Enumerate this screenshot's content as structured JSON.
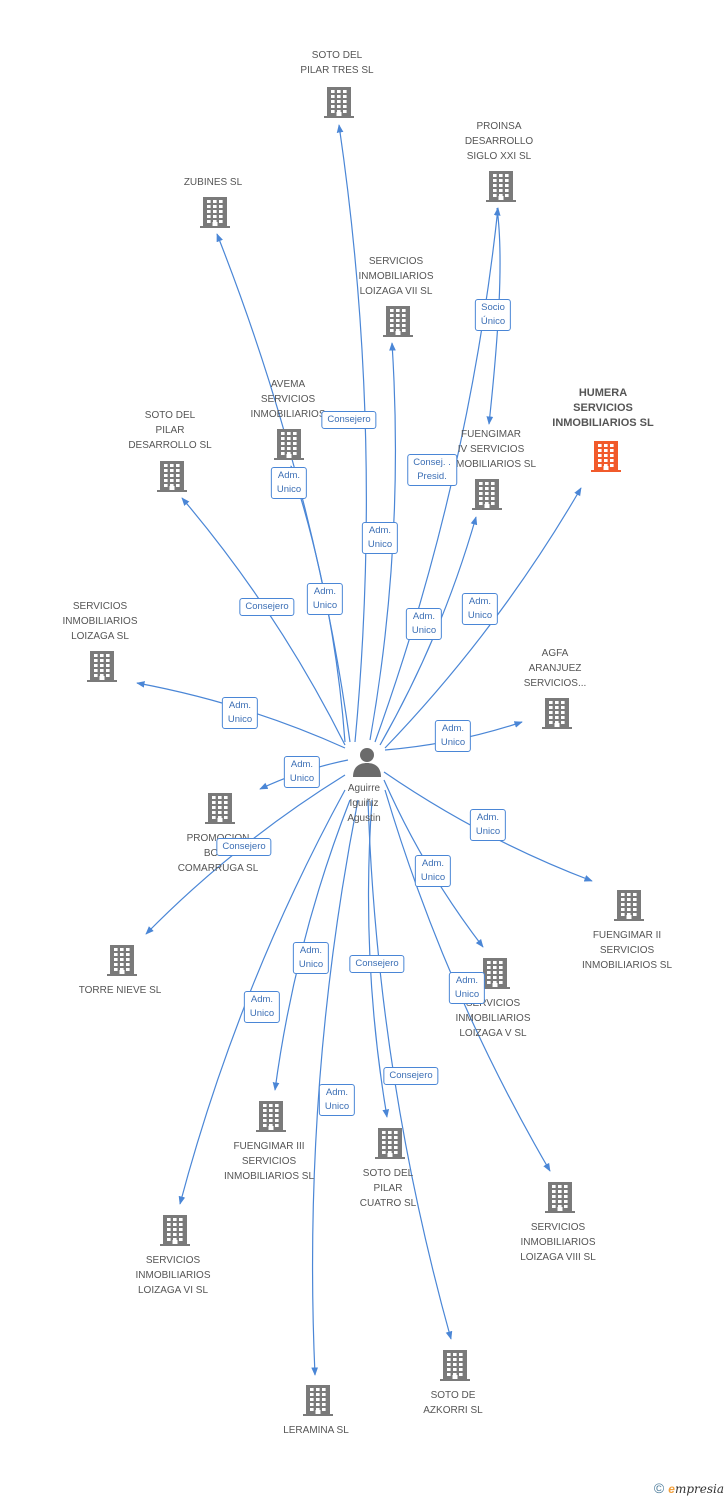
{
  "center": {
    "label": "Aguirre\nIguiñiz\nAgustin"
  },
  "colors": {
    "edge": "#4a86d6",
    "building": "#7a7a7a",
    "highlight": "#f15a2b",
    "person": "#6b6b6b"
  },
  "nodes": [
    {
      "id": "soto-pilar-tres",
      "label": "SOTO DEL\nPILAR TRES SL",
      "highlight": false
    },
    {
      "id": "proinsa",
      "label": "PROINSA\nDESARROLLO\nSIGLO XXI SL",
      "highlight": false
    },
    {
      "id": "zubines",
      "label": "ZUBINES SL",
      "highlight": false
    },
    {
      "id": "sil-vii",
      "label": "SERVICIOS\nINMOBILIARIOS\nLOIZAGA VII SL",
      "highlight": false
    },
    {
      "id": "humera",
      "label": "HUMERA\nSERVICIOS\nINMOBILIARIOS SL",
      "highlight": true
    },
    {
      "id": "avema",
      "label": "AVEMA\nSERVICIOS\nINMOBILIARIOS",
      "highlight": false
    },
    {
      "id": "fuengimar-iv",
      "label": "FUENGIMAR\nIV SERVICIOS\nINMOBILIARIOS SL",
      "highlight": false
    },
    {
      "id": "soto-pilar-desarrollo",
      "label": "SOTO DEL\nPILAR\nDESARROLLO SL",
      "highlight": false
    },
    {
      "id": "sil",
      "label": "SERVICIOS\nINMOBILIARIOS\nLOIZAGA SL",
      "highlight": false
    },
    {
      "id": "agfa",
      "label": "AGFA\nARANJUEZ\nSERVICIOS...",
      "highlight": false
    },
    {
      "id": "promocion",
      "label": "PROMOCION\nBONA\nCOMARRUGA SL",
      "highlight": false
    },
    {
      "id": "fuengimar-ii",
      "label": "FUENGIMAR II\nSERVICIOS\nINMOBILIARIOS SL",
      "highlight": false
    },
    {
      "id": "torre-nieve",
      "label": "TORRE NIEVE SL",
      "highlight": false
    },
    {
      "id": "sil-v",
      "label": "SERVICIOS\nINMOBILIARIOS\nLOIZAGA V SL",
      "highlight": false
    },
    {
      "id": "fuengimar-iii",
      "label": "FUENGIMAR III\nSERVICIOS\nINMOBILIARIOS SL",
      "highlight": false
    },
    {
      "id": "soto-pilar-cuatro",
      "label": "SOTO DEL\nPILAR\nCUATRO SL",
      "highlight": false
    },
    {
      "id": "sil-viii",
      "label": "SERVICIOS\nINMOBILIARIOS\nLOIZAGA VIII SL",
      "highlight": false
    },
    {
      "id": "sil-vi",
      "label": "SERVICIOS\nINMOBILIARIOS\nLOIZAGA VI SL",
      "highlight": false
    },
    {
      "id": "soto-azkorri",
      "label": "SOTO DE\nAZKORRI SL",
      "highlight": false
    },
    {
      "id": "leramina",
      "label": "LERAMINA SL",
      "highlight": false
    }
  ],
  "edges": [
    {
      "to": "soto-pilar-tres",
      "label": "Consejero"
    },
    {
      "to": "zubines",
      "label": "Adm.\nUnico"
    },
    {
      "to": "avema",
      "label": "Adm.\nUnico"
    },
    {
      "to": "sil-vii",
      "label": "Adm.\nUnico"
    },
    {
      "to": "proinsa",
      "label": "Consej. .\nPresid."
    },
    {
      "to": "fuengimar-iv",
      "label": "Adm.\nUnico"
    },
    {
      "to": "humera",
      "label": "Adm.\nUnico"
    },
    {
      "to": "soto-pilar-desarrollo",
      "label": "Consejero"
    },
    {
      "to": "sil",
      "label": "Adm.\nUnico"
    },
    {
      "to": "agfa",
      "label": "Adm.\nUnico"
    },
    {
      "to": "promocion",
      "label": "Adm.\nUnico"
    },
    {
      "to": "torre-nieve",
      "label": "Consejero"
    },
    {
      "to": "fuengimar-ii",
      "label": "Adm.\nUnico"
    },
    {
      "to": "sil-v",
      "label": "Adm.\nUnico"
    },
    {
      "to": "sil-viii",
      "label": "Adm.\nUnico"
    },
    {
      "to": "fuengimar-iii",
      "label": "Adm.\nUnico"
    },
    {
      "to": "soto-pilar-cuatro",
      "label": "Consejero"
    },
    {
      "to": "sil-vi",
      "label": "Adm.\nUnico"
    },
    {
      "to": "leramina",
      "label": "Adm.\nUnico"
    },
    {
      "to": "soto-azkorri",
      "label": "Consejero"
    },
    {
      "from": "proinsa",
      "to": "fuengimar-iv",
      "label": "Socio\nÚnico"
    }
  ],
  "footer": {
    "copyright": "©",
    "brand_initial": "e",
    "brand_rest": "mpresia"
  }
}
